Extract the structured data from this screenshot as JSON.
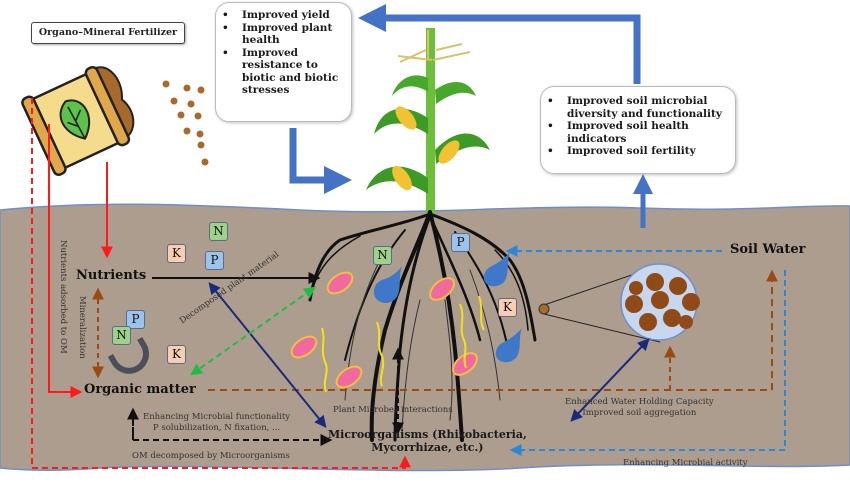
{
  "title": "Organo–Mineral Fertilizer",
  "plant_benefits": {
    "items": [
      "Improved yield",
      "Improved plant health",
      "Improved resistance to biotic and biotic stresses"
    ]
  },
  "soil_benefits": {
    "items": [
      "Improved soil microbial diversity and functionality",
      "Improved soil health indicators",
      "Improved soil fertility"
    ]
  },
  "nodes": {
    "nutrients": "Nutrients",
    "organic_matter": "Organic matter",
    "microorganisms_line1": "Microorganisms (Rhizobacteria,",
    "microorganisms_line2": "Mycorrhizae, etc.)",
    "soil_water": "Soil Water"
  },
  "nutrient_tags": {
    "N": "N",
    "P": "P",
    "K": "K"
  },
  "process_labels": {
    "nutrients_adsorbed": "Nutrients adsorbed to OM",
    "mineralization": "Mineralization",
    "decomposed_plant_material": "Decomposed plant material",
    "plant_microbes_interactions": "Plant Microbes interactions",
    "enhancing_functionality_line1": "Enhancing Microbial functionality",
    "enhancing_functionality_line2": "P solubilization, N fixation, ...",
    "om_decomposed": "OM decomposed by Microorganisms",
    "water_holding_line1": "Enhanced Water Holding Capacity",
    "water_holding_line2": "Improved soil aggregation",
    "enhancing_activity": "Enhancing Microbial activity"
  },
  "colors": {
    "soil": "#ad9d8e",
    "soil_edge": "#6f8fc9",
    "benefit_arrow": "#4472c4",
    "red_flow": "#ff1a1a",
    "brown_flow": "#9b4a12",
    "blue_dashed": "#2e86d8",
    "navy": "#1a2a7a",
    "green_dashed": "#22bb44",
    "root": "#111111"
  }
}
